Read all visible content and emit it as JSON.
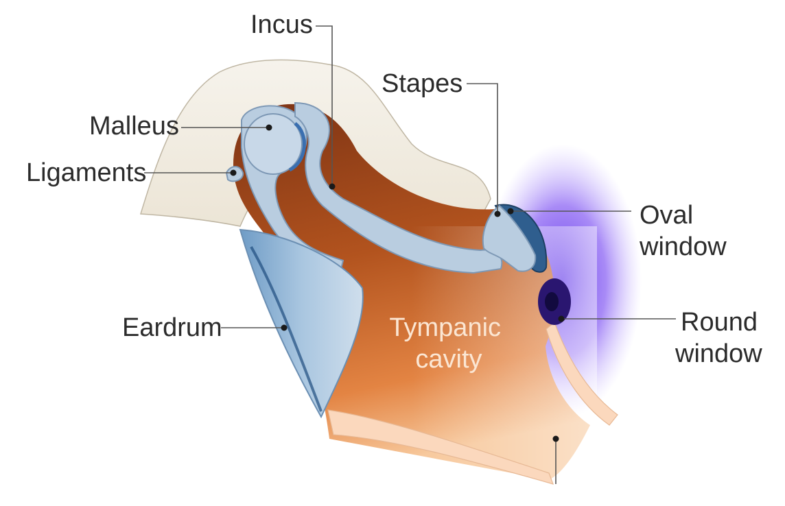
{
  "labels": {
    "incus": "Incus",
    "malleus": "Malleus",
    "ligaments": "Ligaments",
    "stapes": "Stapes",
    "oval_window": [
      "Oval",
      "window"
    ],
    "eardrum": "Eardrum",
    "tympanic_cavity": [
      "Tympanic",
      "cavity"
    ],
    "round_window": [
      "Round",
      "window"
    ]
  },
  "colors": {
    "bone": "#f3efe6",
    "cavity_dark": "#8f3f1a",
    "cavity_mid": "#b95a24",
    "cavity_light": "#f0a261",
    "ossicle": "#b9cde0",
    "ossicle_outline": "#7d98b5",
    "eardrum": "#8fb3d3",
    "inner_ear_glow": "#6a3cf0",
    "round_window": "#2a1670",
    "membrane_wall": "#fbd8bd"
  }
}
